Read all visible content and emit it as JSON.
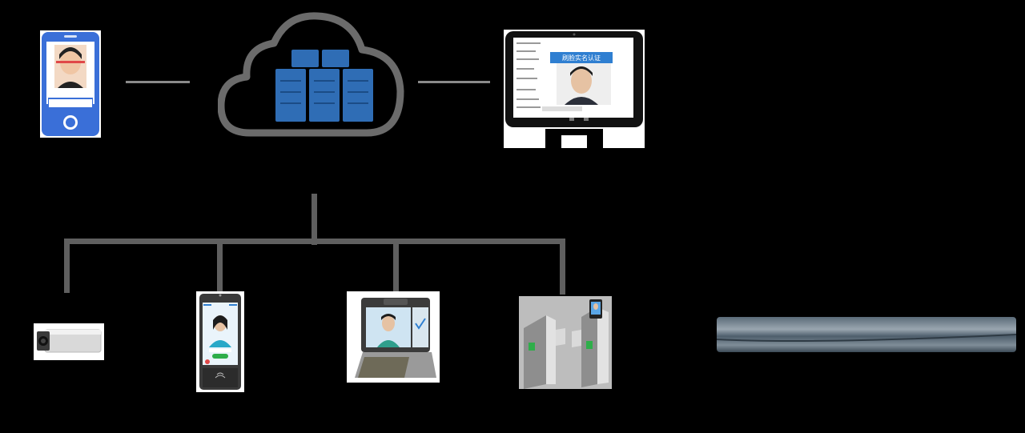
{
  "diagram": {
    "tablet_screen_button": "刷脸实名认证",
    "nodes": [
      {
        "id": "phone",
        "icon": "face-recognition-phone-icon"
      },
      {
        "id": "cloud-server",
        "icon": "cloud-server-icon"
      },
      {
        "id": "tablet",
        "icon": "tablet-terminal-icon"
      },
      {
        "id": "bullet-camera",
        "icon": "bullet-camera-icon"
      },
      {
        "id": "face-terminal",
        "icon": "face-recognition-terminal-icon"
      },
      {
        "id": "desktop-verifier",
        "icon": "desktop-face-verifier-icon"
      },
      {
        "id": "turnstile-gate",
        "icon": "turnstile-gate-icon"
      },
      {
        "id": "metal-bar",
        "icon": "metal-bar-icon"
      }
    ],
    "colors": {
      "background": "#000000",
      "connector": "#5f5f5f",
      "server_blue": "#2f6db5",
      "phone_blue": "#3a6fd8",
      "cloud_outline": "#6b6b6b"
    }
  }
}
